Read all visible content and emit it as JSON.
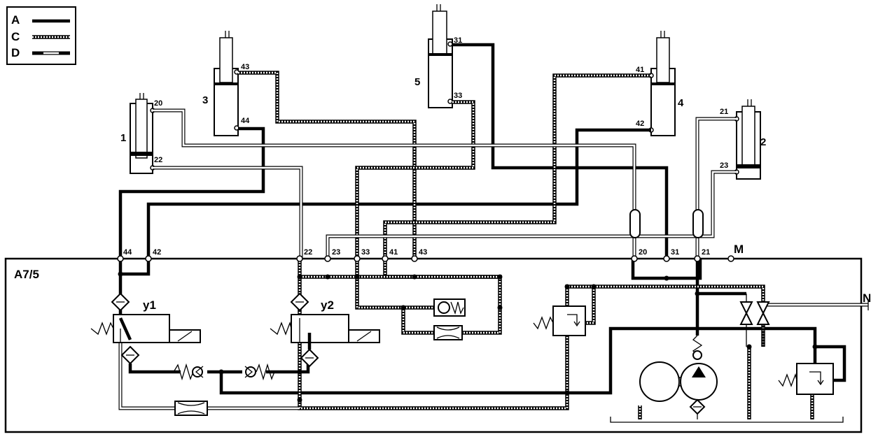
{
  "legend": {
    "items": [
      {
        "key": "A"
      },
      {
        "key": "C"
      },
      {
        "key": "D"
      }
    ]
  },
  "cylinders": [
    {
      "id": "1",
      "ports": [
        "20",
        "22"
      ]
    },
    {
      "id": "2",
      "ports": [
        "21",
        "23"
      ]
    },
    {
      "id": "3",
      "ports": [
        "43",
        "44"
      ]
    },
    {
      "id": "4",
      "ports": [
        "41",
        "42"
      ]
    },
    {
      "id": "5",
      "ports": [
        "31",
        "33"
      ]
    }
  ],
  "unit": {
    "label": "A7/5",
    "ports": [
      "44",
      "42",
      "22",
      "23",
      "33",
      "41",
      "43",
      "20",
      "31",
      "21"
    ],
    "m_label": "M",
    "n_label": "N"
  },
  "valves": {
    "y1": "y1",
    "y2": "y2"
  }
}
